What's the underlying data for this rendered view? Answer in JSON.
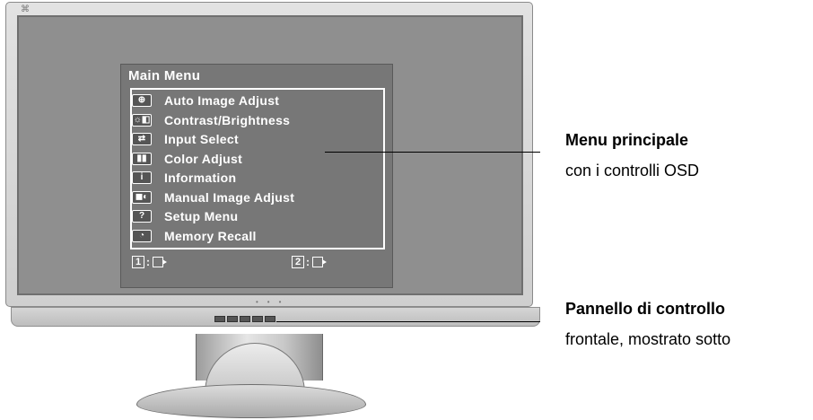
{
  "osd": {
    "title": "Main Menu",
    "items": [
      {
        "label": "Auto Image Adjust",
        "icon": "crosshair-icon",
        "glyph": "⊕"
      },
      {
        "label": "Contrast/Brightness",
        "icon": "contrast-brightness-icon",
        "glyph": "☼◧"
      },
      {
        "label": "Input Select",
        "icon": "input-select-icon",
        "glyph": "⇄"
      },
      {
        "label": "Color Adjust",
        "icon": "color-adjust-icon",
        "glyph": "▮▮"
      },
      {
        "label": "Information",
        "icon": "information-icon",
        "glyph": "i"
      },
      {
        "label": "Manual Image Adjust",
        "icon": "manual-image-adjust-icon",
        "glyph": "◼◐"
      },
      {
        "label": "Setup Menu",
        "icon": "setup-menu-icon",
        "glyph": "?"
      },
      {
        "label": "Memory Recall",
        "icon": "memory-recall-icon",
        "glyph": "◔"
      }
    ],
    "footer": {
      "key1": "1",
      "key2": "2",
      "separator": ":"
    }
  },
  "annotations": {
    "menu_title": "Menu principale",
    "menu_sub": "con i controlli OSD",
    "panel_title": "Pannello di controllo",
    "panel_sub": "frontale, mostrato sotto"
  },
  "colors": {
    "screen": "#8f8f8f",
    "osd_panel": "#777777",
    "osd_text": "#ffffff"
  }
}
